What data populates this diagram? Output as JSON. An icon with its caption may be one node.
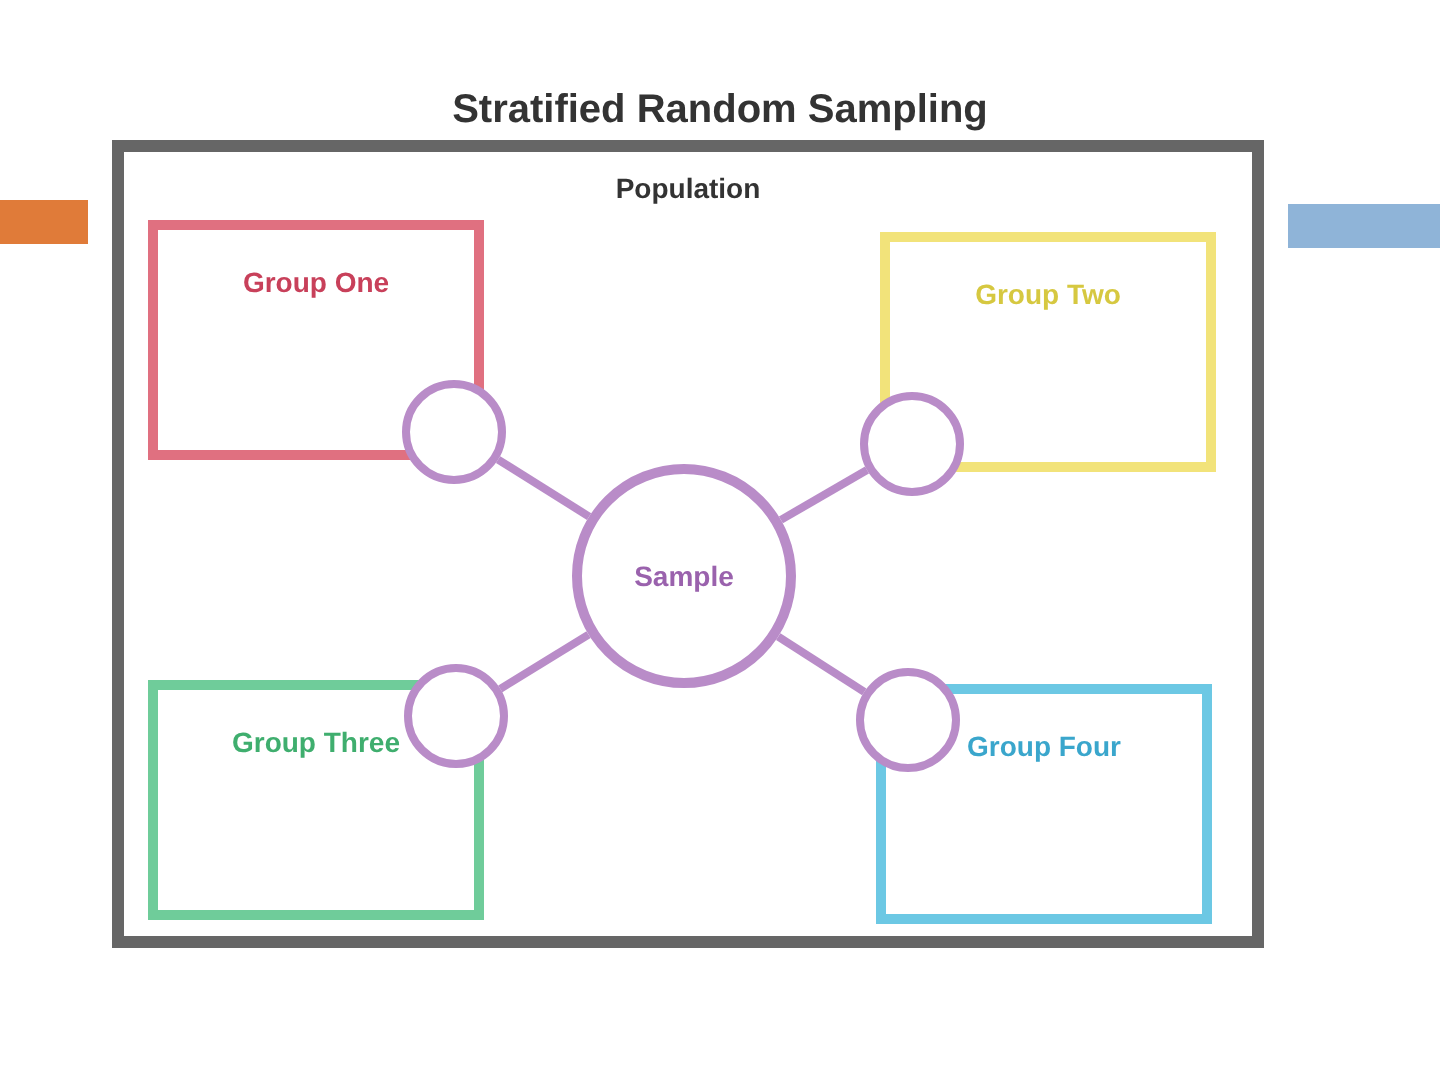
{
  "diagram": {
    "title": "Stratified Random Sampling",
    "nodes": [
      {
        "text": [
          "Population"
        ]
      },
      {
        "text": [
          "Group One"
        ],
        "in": 0
      },
      {
        "text": [],
        "shape": "circle",
        "in": 0
      },
      {
        "text": [
          "Group Two"
        ],
        "in": 0
      },
      {
        "text": [],
        "shape": "circle",
        "in": 0
      },
      {
        "text": [
          "Sample"
        ],
        "in": 0
      },
      {
        "text": [
          "Group Three"
        ],
        "in": 0
      },
      {
        "text": [],
        "shape": "circle",
        "in": 0
      },
      {
        "text": [
          "Group Four"
        ],
        "in": 0
      },
      {
        "text": [],
        "shape": "circle",
        "in": 0
      }
    ],
    "edges": [
      {
        "from": 5,
        "to": 2,
        "arrow": "none"
      },
      {
        "from": 5,
        "to": 4,
        "arrow": "none"
      },
      {
        "from": 5,
        "to": 7,
        "arrow": "none"
      },
      {
        "from": 5,
        "to": 9,
        "arrow": "none"
      }
    ]
  }
}
